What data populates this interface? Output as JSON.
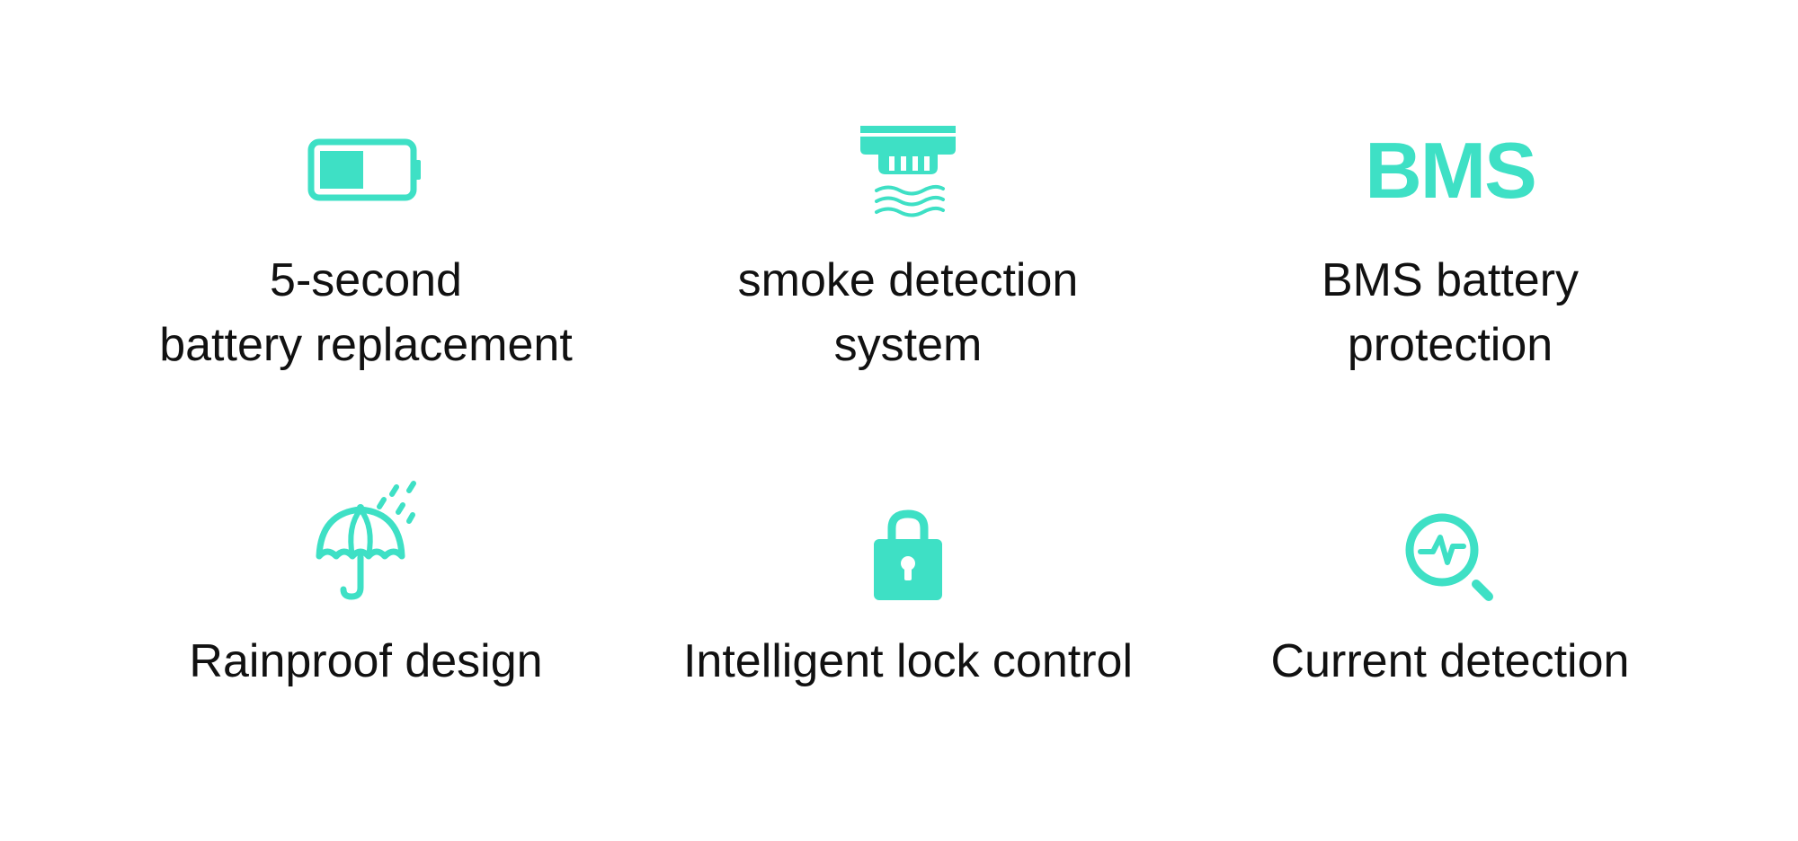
{
  "accent_color": "#3ee0c5",
  "features": [
    {
      "icon": "battery-icon",
      "lines": [
        "5-second",
        "battery replacement"
      ]
    },
    {
      "icon": "smoke-detector-icon",
      "lines": [
        "smoke detection",
        "system"
      ]
    },
    {
      "icon": "bms-icon",
      "icon_text": "BMS",
      "lines": [
        "BMS battery",
        "protection"
      ]
    },
    {
      "icon": "umbrella-rain-icon",
      "lines": [
        "Rainproof design"
      ]
    },
    {
      "icon": "padlock-icon",
      "lines": [
        "Intelligent lock control"
      ]
    },
    {
      "icon": "magnifier-pulse-icon",
      "lines": [
        "Current detection"
      ]
    }
  ]
}
